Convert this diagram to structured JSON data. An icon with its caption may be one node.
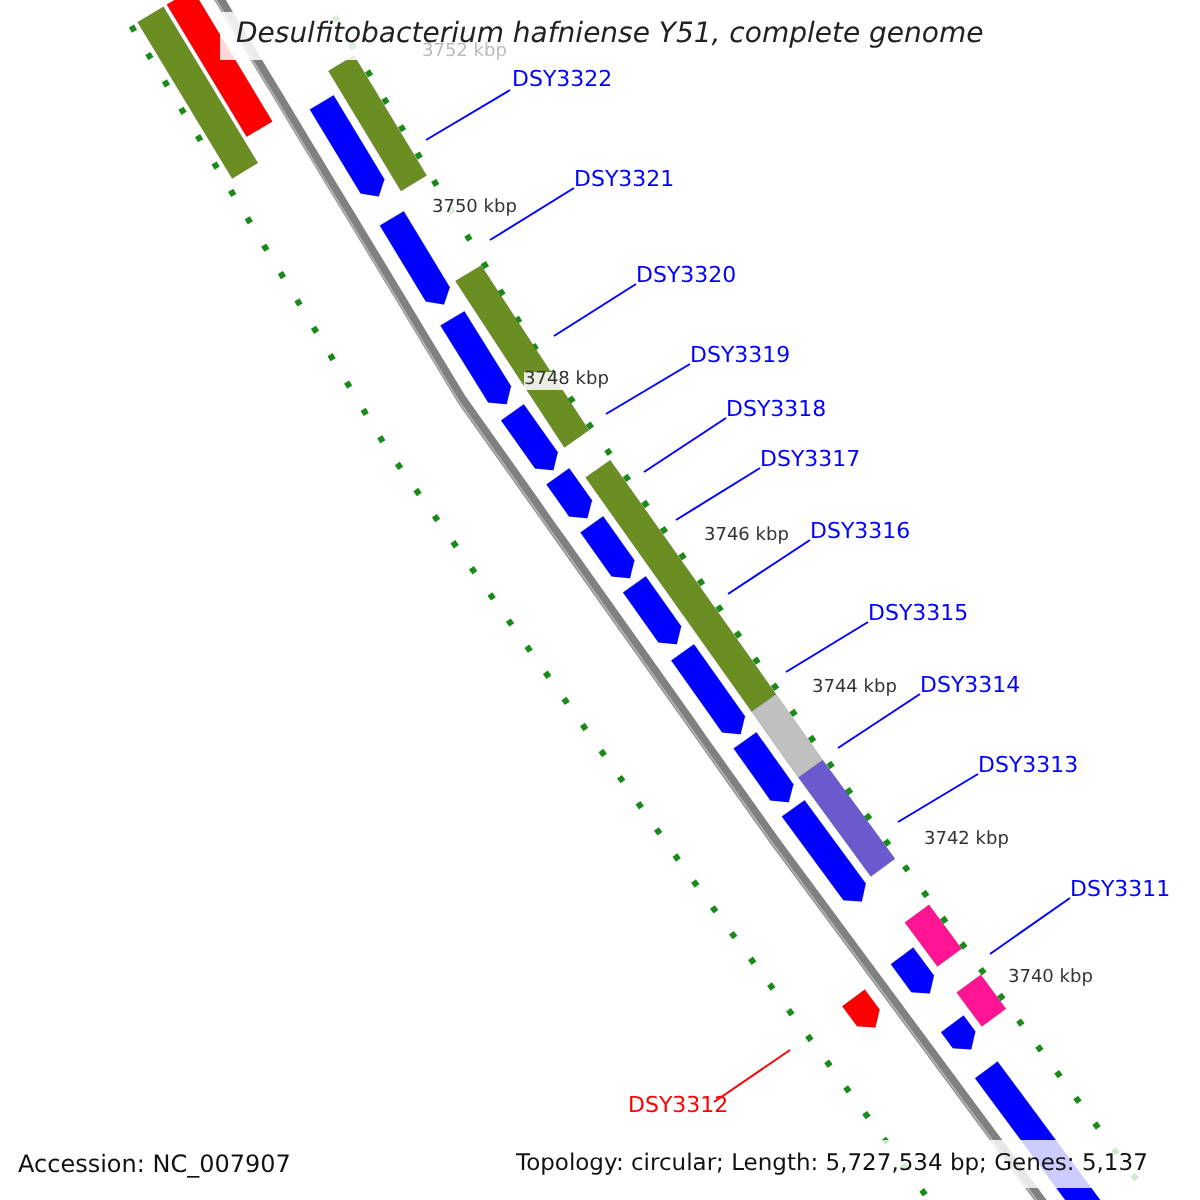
{
  "diagram": {
    "title": "Desulfitobacterium hafniense Y51, complete genome",
    "nodes": [
      {
        "text": [
          "DSY3322"
        ]
      },
      {
        "text": [
          "DSY3321"
        ]
      },
      {
        "text": [
          "DSY3320"
        ]
      },
      {
        "text": [
          "DSY3319"
        ]
      },
      {
        "text": [
          "DSY3318"
        ]
      },
      {
        "text": [
          "DSY3317"
        ]
      },
      {
        "text": [
          "DSY3316"
        ]
      },
      {
        "text": [
          "DSY3315"
        ]
      },
      {
        "text": [
          "DSY3314"
        ]
      },
      {
        "text": [
          "DSY3313"
        ]
      },
      {
        "text": [
          "DSY3311"
        ]
      },
      {
        "text": [
          "DSY3312"
        ]
      }
    ],
    "edges": [
      {
        "from": 0,
        "to": null,
        "arrow": "none"
      },
      {
        "from": 1,
        "to": null,
        "arrow": "none"
      },
      {
        "from": 2,
        "to": null,
        "arrow": "none"
      },
      {
        "from": 3,
        "to": null,
        "arrow": "none"
      },
      {
        "from": 4,
        "to": null,
        "arrow": "none"
      },
      {
        "from": 5,
        "to": null,
        "arrow": "none"
      },
      {
        "from": 6,
        "to": null,
        "arrow": "none"
      },
      {
        "from": 7,
        "to": null,
        "arrow": "none"
      },
      {
        "from": 8,
        "to": null,
        "arrow": "none"
      },
      {
        "from": 9,
        "to": null,
        "arrow": "none"
      },
      {
        "from": 10,
        "to": null,
        "arrow": "none"
      },
      {
        "from": 11,
        "to": null,
        "arrow": "none",
        "color": "#ff0000"
      }
    ],
    "labels": [
      "3752 kbp",
      "3750 kbp",
      "3748 kbp",
      "3746 kbp",
      "3744 kbp",
      "3742 kbp",
      "3740 kbp",
      "Accession: NC_007907",
      "Topology: circular; Length: 5,727,534 bp; Genes: 5,137"
    ]
  }
}
